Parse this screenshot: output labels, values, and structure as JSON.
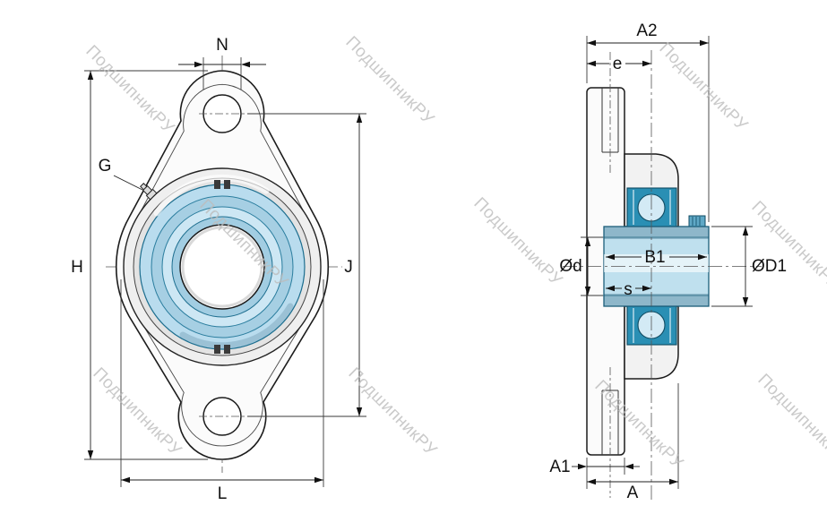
{
  "watermark": {
    "text": "ПодшипникРУ"
  },
  "colors": {
    "outline": "#1c1c1c",
    "bearing_teal": "#2a8fb4",
    "bearing_light_blue": "#cde7f4",
    "sleeve_blue": "#bfe0ee",
    "housing_gray": "#f2f2f2",
    "watermark_gray": "#bdbdbd"
  },
  "front_view": {
    "dim_labels": {
      "N": "N",
      "G": "G",
      "H": "H",
      "J": "J",
      "L": "L"
    }
  },
  "side_view": {
    "dim_labels": {
      "A2": "A2",
      "e": "e",
      "Od": "Ød",
      "B1": "B1",
      "s": "s",
      "OD1": "ØD1",
      "A1": "A1",
      "A": "A"
    }
  }
}
